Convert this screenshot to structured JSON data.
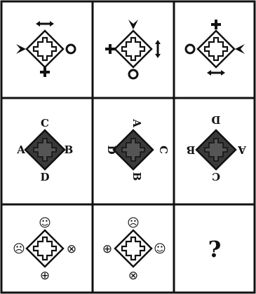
{
  "row_letters": {
    "cell1": {
      "top": "C",
      "left": "A",
      "right": "B",
      "bottom": "D"
    },
    "cell2": {
      "top": "A",
      "left": "D",
      "right": "C",
      "bottom": "B"
    },
    "cell3": {
      "top": "D",
      "left": "B",
      "right": "A",
      "bottom": "C"
    }
  },
  "row_symbols": {
    "cell1": {
      "top": "☺",
      "left": "☹",
      "right": "⊗",
      "bottom": "⊕"
    },
    "cell2": {
      "top": "☹",
      "left": "⊕",
      "right": "☺",
      "bottom": "⊗"
    }
  },
  "question_mark": "?",
  "colors": {
    "border": "#111111",
    "fill_dark": "#3a3a3a"
  }
}
